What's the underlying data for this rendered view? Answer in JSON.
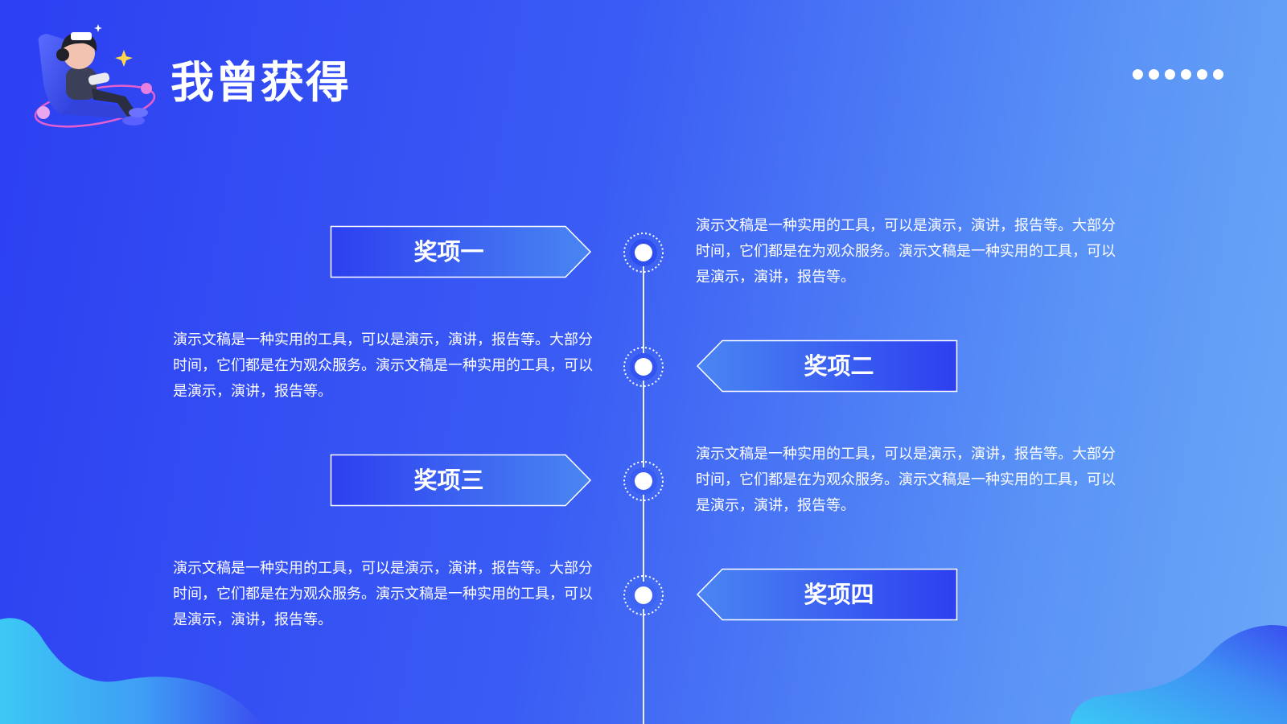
{
  "header": {
    "title": "我曾获得",
    "page_dots_count": 6
  },
  "awards": [
    {
      "label": "奖项一",
      "description": "演示文稿是一种实用的工具，可以是演示，演讲，报告等。大部分时间，它们都是在为观众服务。演示文稿是一种实用的工具，可以是演示，演讲，报告等。"
    },
    {
      "label": "奖项二",
      "description": "演示文稿是一种实用的工具，可以是演示，演讲，报告等。大部分时间，它们都是在为观众服务。演示文稿是一种实用的工具，可以是演示，演讲，报告等。"
    },
    {
      "label": "奖项三",
      "description": "演示文稿是一种实用的工具，可以是演示，演讲，报告等。大部分时间，它们都是在为观众服务。演示文稿是一种实用的工具，可以是演示，演讲，报告等。"
    },
    {
      "label": "奖项四",
      "description": "演示文稿是一种实用的工具，可以是演示，演讲，报告等。大部分时间，它们都是在为观众服务。演示文稿是一种实用的工具，可以是演示，演讲，报告等。"
    }
  ],
  "icons": {
    "mascot": "gamer-mascot-illustration",
    "page_dots": "pagination-dots-icon",
    "timeline_node": "timeline-node-icon"
  },
  "colors": {
    "background_start": "#2c3ff2",
    "background_end": "#6aa8f7",
    "tag_fill_start": "#2d3ff0",
    "tag_fill_end": "#4a86f2",
    "text": "#ffffff",
    "blob_start": "#3cc8f5",
    "blob_end": "#3a4ff0"
  }
}
